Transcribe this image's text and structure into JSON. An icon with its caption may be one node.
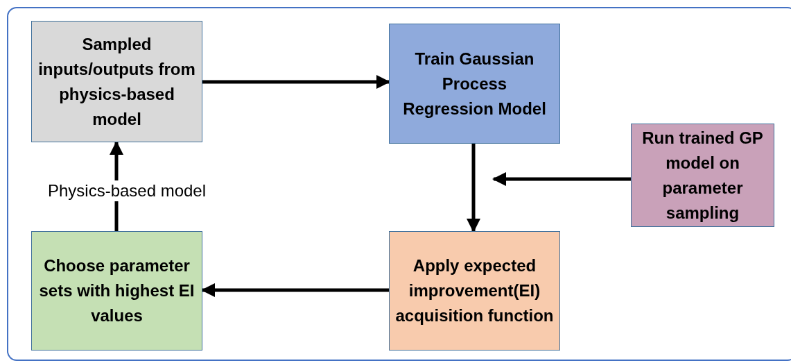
{
  "diagram": {
    "nodes": [
      {
        "text": [
          "Sampled inputs/outputs from physics-based model"
        ]
      },
      {
        "text": [
          "Train Gaussian Process Regression Model"
        ]
      },
      {
        "text": [
          "Run trained GP model on parameter sampling"
        ]
      },
      {
        "text": [
          "Apply expected improvement(EI) acquisition function"
        ]
      },
      {
        "text": [
          "Choose parameter sets with highest EI values"
        ]
      }
    ],
    "edges": [
      {
        "from": 0,
        "to": 1,
        "arrow": "to"
      },
      {
        "from": 1,
        "to": 3,
        "arrow": "to"
      },
      {
        "from": 2,
        "to": null,
        "arrow": "to"
      },
      {
        "from": 3,
        "to": 4,
        "arrow": "to"
      },
      {
        "from": 4,
        "to": 0,
        "arrow": "to",
        "label": "Physics-based model"
      }
    ]
  }
}
